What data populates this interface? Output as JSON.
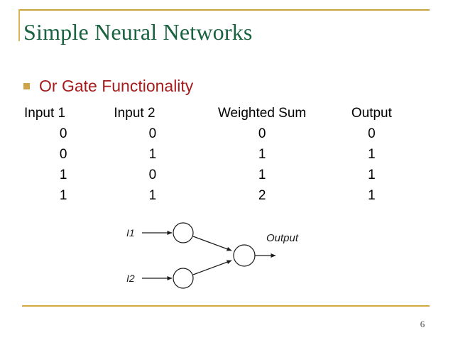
{
  "slide": {
    "title": "Simple Neural Networks",
    "title_color": "#1a6340",
    "accent_color": "#c8a33c",
    "page_number": "6"
  },
  "bullet": {
    "marker": "square-bullet",
    "text": "Or Gate Functionality",
    "text_color": "#a61c1c",
    "marker_color": "#cda448"
  },
  "table": {
    "headers": [
      "Input 1",
      "Input 2",
      "Weighted Sum",
      "Output"
    ],
    "rows": [
      [
        "0",
        "0",
        "0",
        "0"
      ],
      [
        "0",
        "1",
        "1",
        "1"
      ],
      [
        "1",
        "0",
        "1",
        "1"
      ],
      [
        "1",
        "1",
        "2",
        "1"
      ]
    ]
  },
  "diagram": {
    "input_1_label": "I1",
    "input_2_label": "I2",
    "output_label": "Output",
    "node_count": 3,
    "stroke_color": "#1a1a1a"
  }
}
